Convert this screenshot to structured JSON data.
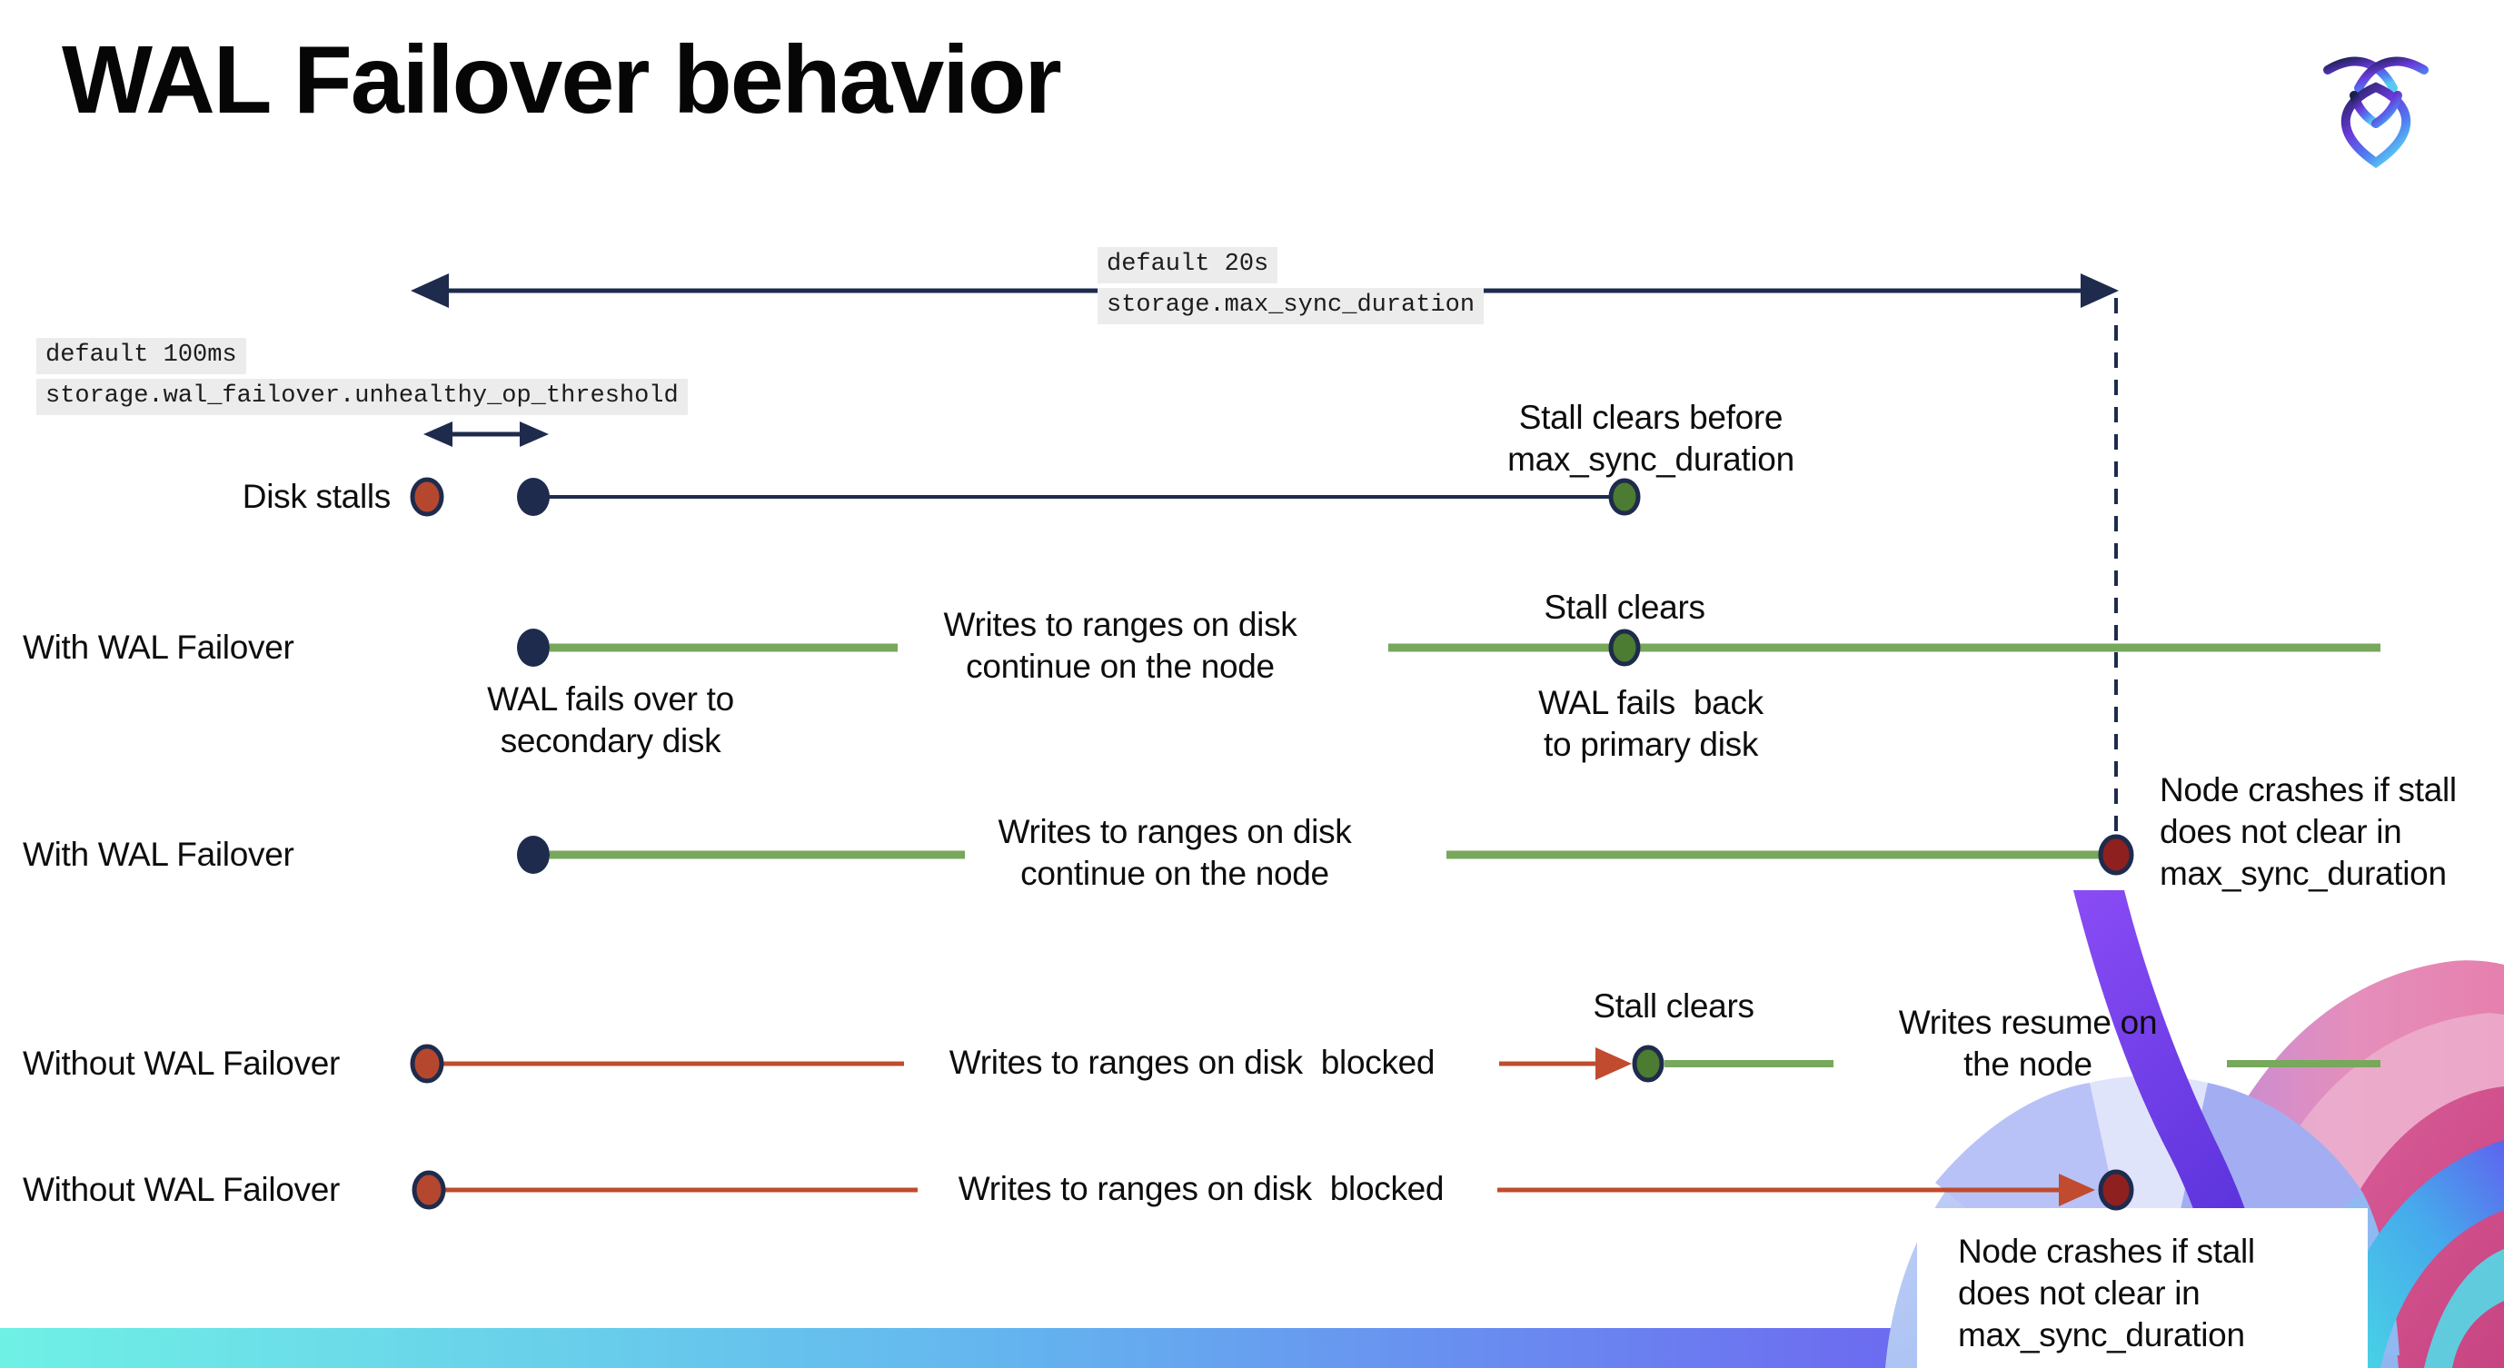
{
  "title": "WAL Failover behavior",
  "logo": {
    "name": "cockroachdb-logo"
  },
  "colors": {
    "navy": "#1e2b4d",
    "green_line": "#77a85c",
    "green_dot": "#4c7c31",
    "red_line": "#c04b2e",
    "red_dot": "#b5472e",
    "dark_red": "#8e2020",
    "gray_bg": "#ececec",
    "text": "#111111"
  },
  "settings": {
    "max_sync": {
      "line1": "default 20s",
      "line2": "storage.max_sync_duration"
    },
    "threshold": {
      "line1": "default 100ms",
      "line2": "storage.wal_failover.unhealthy_op_threshold"
    }
  },
  "rows": [
    {
      "label": "Disk stalls"
    },
    {
      "label": "With WAL Failover"
    },
    {
      "label": "With WAL Failover"
    },
    {
      "label": "Without WAL Failover"
    },
    {
      "label": "Without WAL Failover"
    }
  ],
  "notes": {
    "stall_clears_before": "Stall clears before\nmax_sync_duration",
    "stall_clears": "Stall clears",
    "writes_continue": "Writes to ranges on disk\ncontinue on the node",
    "wal_fails_over": "WAL fails over to\nsecondary disk",
    "wal_fails_back": "WAL fails  back\nto primary disk",
    "node_crashes": "Node crashes if stall\ndoes not clear in\nmax_sync_duration",
    "writes_blocked": "Writes to ranges on disk  blocked",
    "writes_resume": "Writes resume on\nthe node"
  },
  "footer_gradient": [
    "#6ff0e5",
    "#64b5ef",
    "#6c72f0",
    "#6f3cf2"
  ]
}
